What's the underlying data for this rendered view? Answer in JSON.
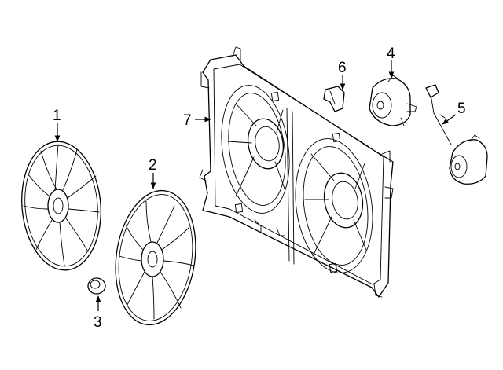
{
  "callouts": {
    "c1": "1",
    "c2": "2",
    "c3": "3",
    "c4": "4",
    "c5": "5",
    "c6": "6",
    "c7": "7"
  },
  "parts": {
    "part_1": "fan-blade-left",
    "part_2": "fan-blade-right",
    "part_3": "fan-hub-cap",
    "part_4": "fan-motor",
    "part_5": "fan-motor-with-harness",
    "part_6": "clip",
    "part_7": "fan-shroud"
  },
  "colors": {
    "line": "#000000",
    "background": "#ffffff"
  }
}
